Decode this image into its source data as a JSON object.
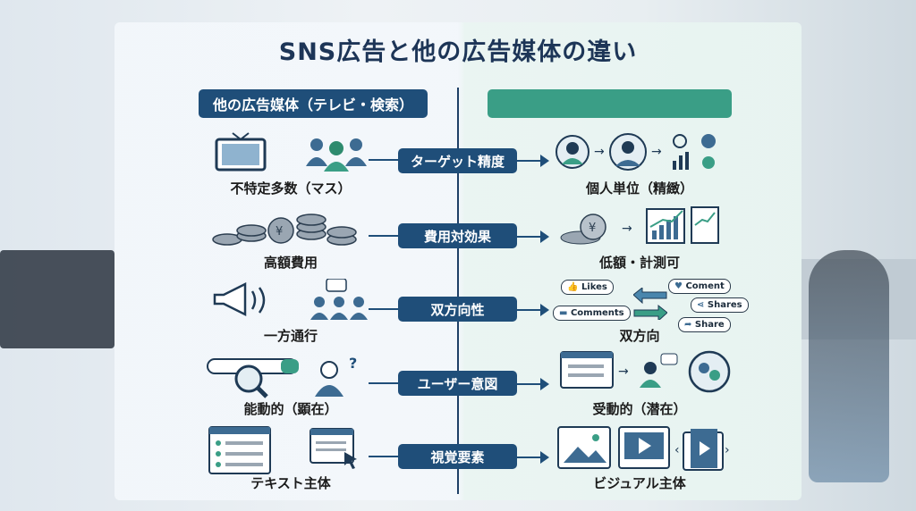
{
  "title": "SNS広告と他の広告媒体の違い",
  "headers": {
    "left": "他の広告媒体（テレビ・検索）",
    "right": ""
  },
  "rows": [
    {
      "criterion": "ターゲット精度",
      "left": "不特定多数（マス）",
      "right": "個人単位（精緻）"
    },
    {
      "criterion": "費用対効果",
      "left": "高額費用",
      "right": "低額・計測可"
    },
    {
      "criterion": "双方向性",
      "left": "一方通行",
      "right": "双方向"
    },
    {
      "criterion": "ユーザー意図",
      "left": "能動的（顕在）",
      "right": "受動的（潜在）"
    },
    {
      "criterion": "視覚要素",
      "left": "テキスト主体",
      "right": "ビジュアル主体"
    }
  ],
  "social_bubbles": {
    "likes": "Likes",
    "comments": "Comments",
    "coment": "Coment",
    "shares": "Shares",
    "share": "Share"
  },
  "colors": {
    "navy": "#1f4e79",
    "green": "#3a9e86"
  }
}
